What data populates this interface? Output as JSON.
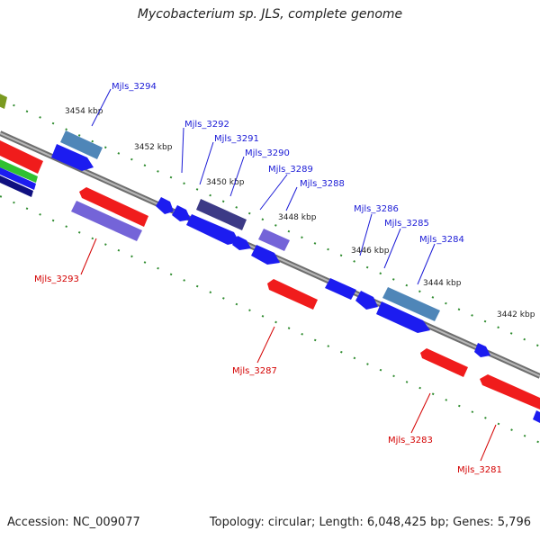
{
  "title": "Mycobacterium sp. JLS, complete genome",
  "footer": {
    "accession": "Accession: NC_009077",
    "topology": "Topology: circular; Length: 6,048,425 bp; Genes: 5,796"
  },
  "colors": {
    "backbone": "#8a8a8a",
    "tick": "#2e8b2e",
    "fwd_label": "#1a1ad6",
    "rev_label": "#d40000",
    "gene_blue": "#1c1cf0",
    "gene_red": "#f01c1c",
    "gene_steel": "#4f86b8",
    "gene_violet": "#7464d8",
    "gene_darkslate": "#3c3a86"
  },
  "scale_ticks": [
    {
      "label": "3454 kbp"
    },
    {
      "label": "3452 kbp"
    },
    {
      "label": "3450 kbp"
    },
    {
      "label": "3448 kbp"
    },
    {
      "label": "3446 kbp"
    },
    {
      "label": "3444 kbp"
    },
    {
      "label": "3442 kbp"
    }
  ],
  "gene_labels": [
    {
      "name": "Mjls_3294",
      "strand": "forward"
    },
    {
      "name": "Mjls_3292",
      "strand": "forward"
    },
    {
      "name": "Mjls_3291",
      "strand": "forward"
    },
    {
      "name": "Mjls_3290",
      "strand": "forward"
    },
    {
      "name": "Mjls_3289",
      "strand": "forward"
    },
    {
      "name": "Mjls_3288",
      "strand": "forward"
    },
    {
      "name": "Mjls_3286",
      "strand": "forward"
    },
    {
      "name": "Mjls_3285",
      "strand": "forward"
    },
    {
      "name": "Mjls_3284",
      "strand": "forward"
    },
    {
      "name": "Mjls_3293",
      "strand": "reverse"
    },
    {
      "name": "Mjls_3287",
      "strand": "reverse"
    },
    {
      "name": "Mjls_3283",
      "strand": "reverse"
    },
    {
      "name": "Mjls_3281",
      "strand": "reverse"
    }
  ]
}
